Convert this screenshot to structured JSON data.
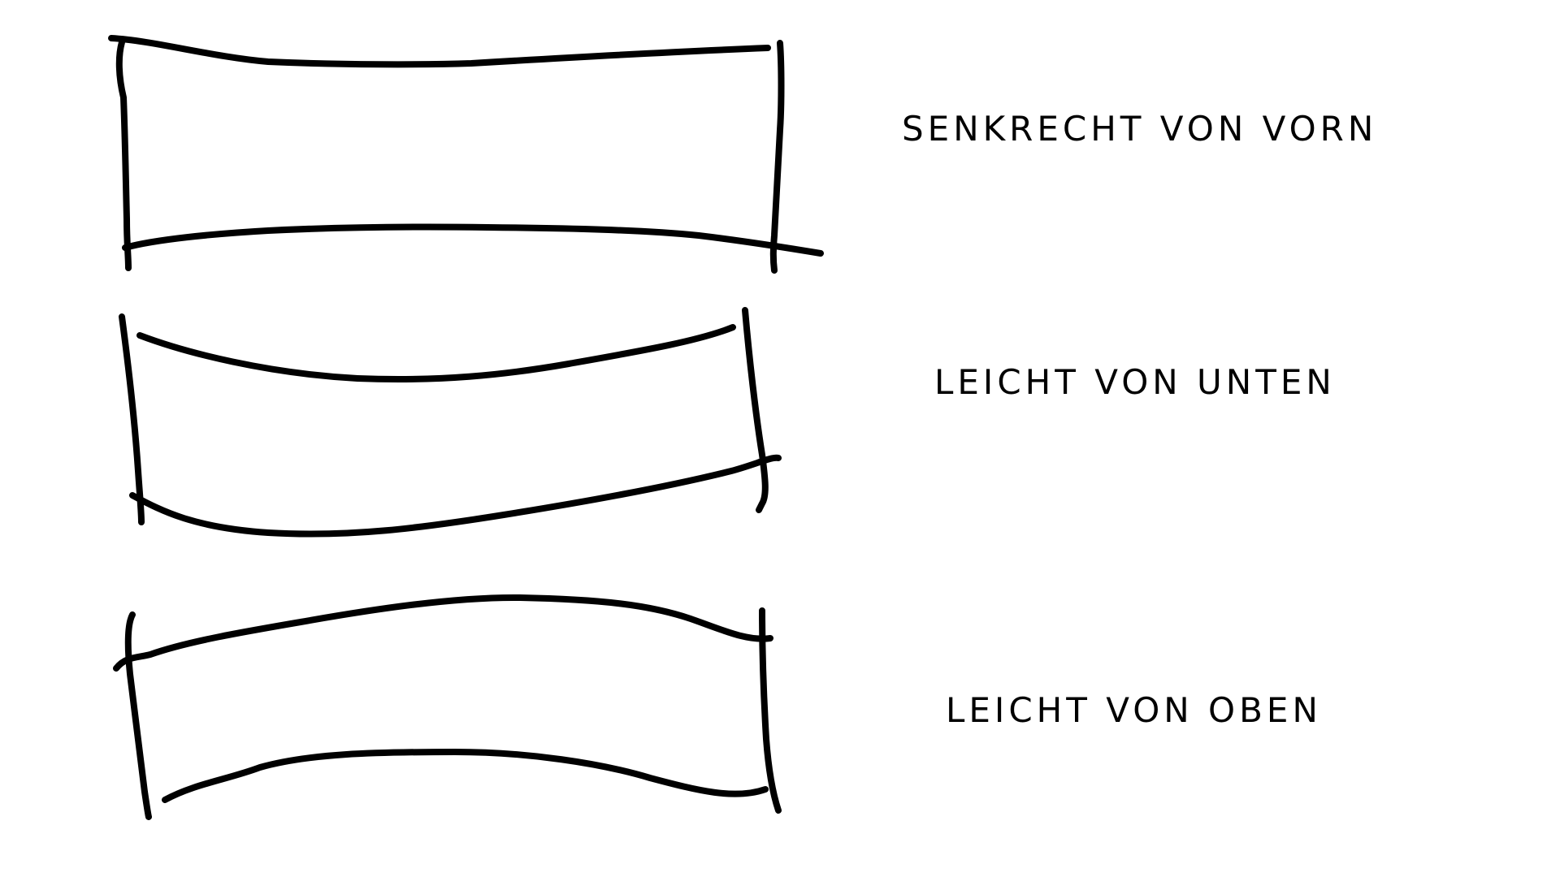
{
  "diagram": {
    "style": {
      "background": "#ffffff",
      "stroke_color": "#000000"
    },
    "panels": [
      {
        "id": "front",
        "label": "SENKRECHT VON VORN",
        "shape": "rectangle-straight",
        "description": "Hand-drawn rectangle with nearly straight top and bottom edges"
      },
      {
        "id": "below",
        "label": "LEICHT VON UNTEN",
        "shape": "rectangle-curved-down",
        "description": "Hand-drawn rectangle whose top and bottom edges sag downward in the middle"
      },
      {
        "id": "above",
        "label": "LEICHT VON OBEN",
        "shape": "rectangle-curved-up",
        "description": "Hand-drawn rectangle whose top and bottom edges arch upward in the middle"
      }
    ]
  }
}
